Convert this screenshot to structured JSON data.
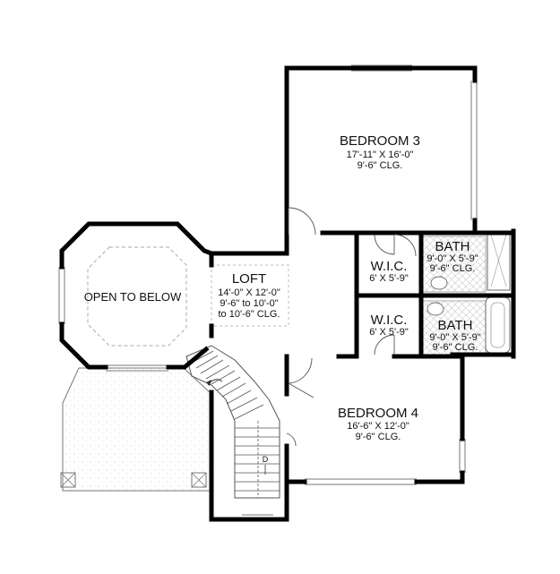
{
  "rooms": {
    "bedroom3": {
      "name": "BEDROOM 3",
      "size": "17'-11\" X 16'-0\"",
      "ceiling": "9'-6\" CLG."
    },
    "loft": {
      "name": "LOFT",
      "size": "14'-0\" X 12'-0\"",
      "ceiling_line1": "9'-6\" to 10'-0\"",
      "ceiling_line2": "to 10'-6\" CLG."
    },
    "open_to_below": {
      "name": "OPEN TO BELOW"
    },
    "wic_upper": {
      "name": "W.I.C.",
      "size": "6' X 5'-9\""
    },
    "wic_lower": {
      "name": "W.I.C.",
      "size": "6' X 5'-9\""
    },
    "bath_upper": {
      "name": "BATH",
      "size": "9'-0\" X 5'-9\"",
      "ceiling": "9'-6\" CLG."
    },
    "bath_lower": {
      "name": "BATH",
      "size": "9'-0\" X 5'-9\"",
      "ceiling": "9'-6\" CLG."
    },
    "bedroom4": {
      "name": "BEDROOM 4",
      "size": "16'-6\" X 12'-0\"",
      "ceiling": "9'-6\" CLG."
    }
  },
  "stair_mark": "D"
}
